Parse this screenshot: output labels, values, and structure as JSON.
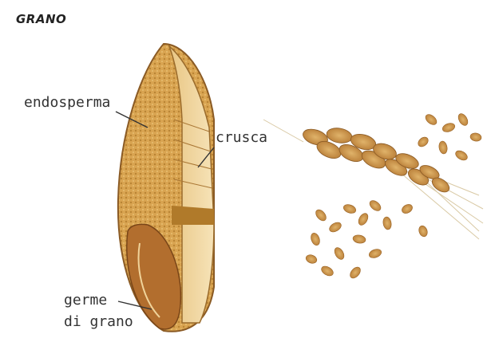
{
  "title": "GRANO",
  "labels": {
    "endosperm": "endosperma",
    "bran": "crusca",
    "germ_line1": "germe",
    "germ_line2": "di grano"
  },
  "colors": {
    "endosperm": "#d6a04c",
    "bran_light": "#f1d9a4",
    "germ": "#b26e2e",
    "outline": "#8a5a24"
  }
}
